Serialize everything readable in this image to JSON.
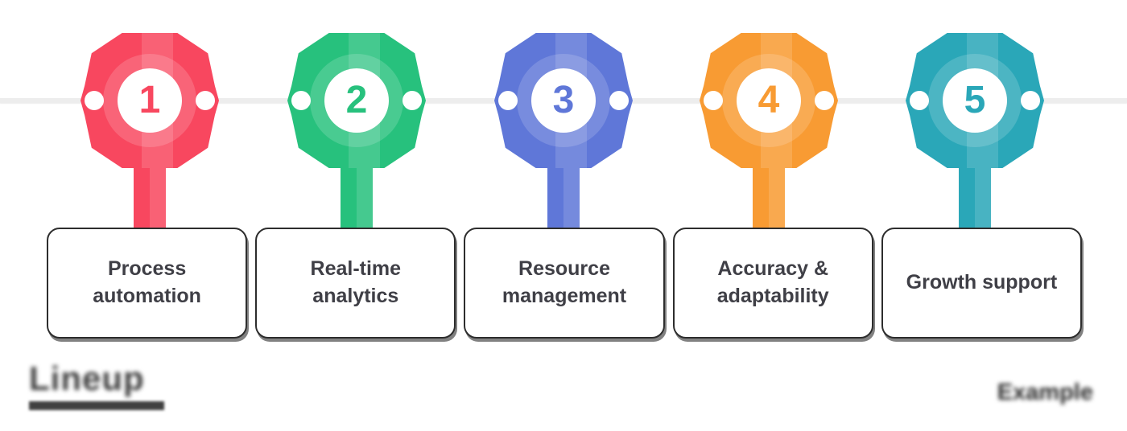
{
  "timeline": {
    "line_color": "#ededed",
    "dot_color": "#ffffff"
  },
  "steps": [
    {
      "number": "1",
      "label": "Process automation",
      "color": "#f8475f"
    },
    {
      "number": "2",
      "label": "Real-time analytics",
      "color": "#27c17d"
    },
    {
      "number": "3",
      "label": "Resource management",
      "color": "#5f77d8"
    },
    {
      "number": "4",
      "label": "Accuracy & adaptability",
      "color": "#f89b33"
    },
    {
      "number": "5",
      "label": "Growth support",
      "color": "#2aa7b8"
    }
  ],
  "footer": {
    "logo_text": "Lineup",
    "watermark_text": "Example"
  }
}
